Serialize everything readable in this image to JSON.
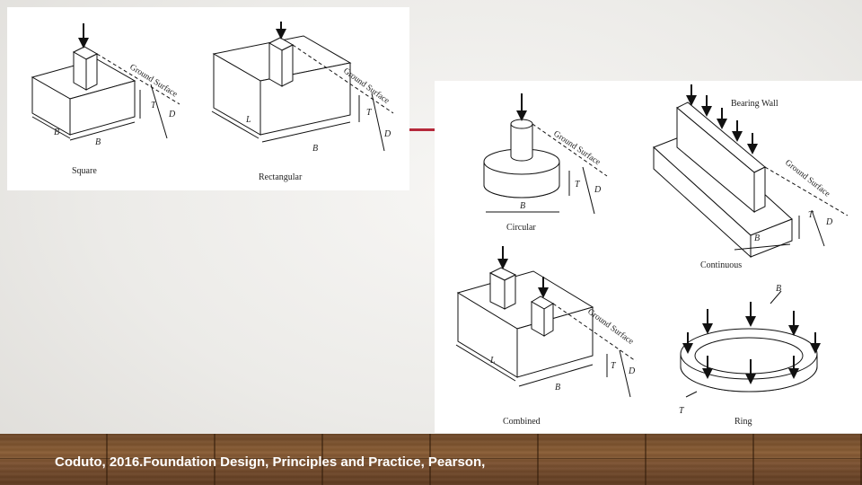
{
  "figure": {
    "labels": {
      "ground_surface": "Ground Surface",
      "bearing_wall": "Bearing Wall",
      "B": "B",
      "L": "L",
      "T": "T",
      "D": "D"
    },
    "captions": {
      "square": "Square",
      "rectangular": "Rectangular",
      "circular": "Circular",
      "continuous": "Continuous",
      "combined": "Combined",
      "ring": "Ring"
    }
  },
  "citation": "Coduto, 2016.Foundation Design, Principles and Practice, Pearson,",
  "colors": {
    "accent": "#b5283a",
    "floor": "#7a5030",
    "citation_text": "#ffffff"
  }
}
